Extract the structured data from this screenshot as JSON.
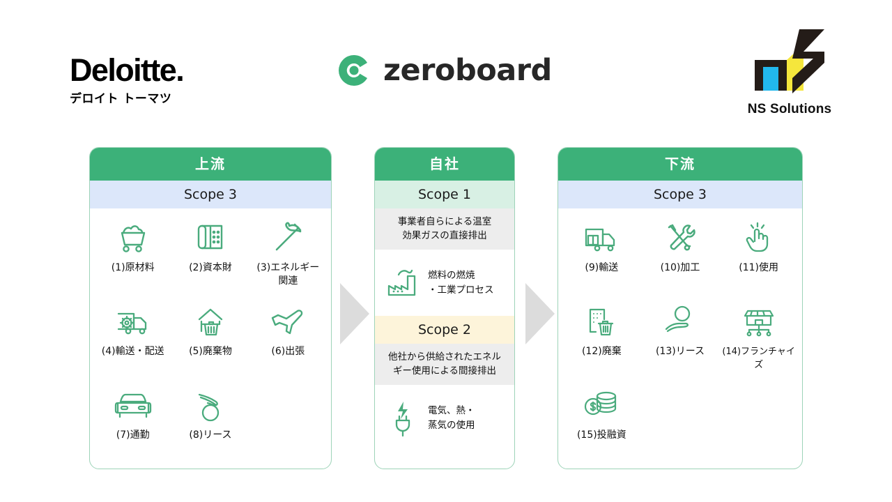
{
  "logos": {
    "deloitte": {
      "word": "Deloitte.",
      "sub": "デロイト トーマツ"
    },
    "zeroboard": {
      "word": "zeroboard",
      "mark_icon": "zeroboard-c-mark",
      "accent": "#3cb179"
    },
    "ns_solutions": {
      "word": "NS Solutions",
      "mark_icon": "ns-monogram",
      "dark": "#241c18",
      "cyan": "#22b8ed",
      "yellow": "#f5e63c"
    }
  },
  "flow": {
    "arrow_icon": "right-triangle-arrow",
    "arrow_color": "#dcdcdc"
  },
  "columns": {
    "upstream": {
      "header": "上流",
      "scope": "Scope 3",
      "items": [
        {
          "caption": "(1)原材料",
          "icon": "mining-cart-icon"
        },
        {
          "caption": "(2)資本財",
          "icon": "building-blueprint-icon"
        },
        {
          "caption": "(3)エネルギー\n関連",
          "icon": "pickaxe-icon"
        },
        {
          "caption": "(4)輸送・配送",
          "icon": "truck-gear-icon"
        },
        {
          "caption": "(5)廃棄物",
          "icon": "house-trash-icon"
        },
        {
          "caption": "(6)出張",
          "icon": "airplane-icon"
        },
        {
          "caption": "(7)通勤",
          "icon": "car-front-icon"
        },
        {
          "caption": "(8)リース",
          "icon": "hand-circle-lease-icon"
        }
      ]
    },
    "own": {
      "header": "自社",
      "scope1": {
        "label": "Scope 1",
        "description": "事業者自らによる温室\n効果ガスの直接排出",
        "row": {
          "text": "燃料の燃焼\n・工業プロセス",
          "icon": "factory-smoke-icon"
        }
      },
      "scope2": {
        "label": "Scope 2",
        "description": "他社から供給されたエネル\nギー使用による間接排出",
        "row": {
          "text": "電気、熱・\n蒸気の使用",
          "icon": "power-plug-bolt-icon"
        }
      }
    },
    "downstream": {
      "header": "下流",
      "scope": "Scope 3",
      "items": [
        {
          "caption": "(9)輸送",
          "icon": "delivery-truck-icon"
        },
        {
          "caption": "(10)加工",
          "icon": "tools-cross-icon"
        },
        {
          "caption": "(11)使用",
          "icon": "pointing-hand-icon"
        },
        {
          "caption": "(12)廃棄",
          "icon": "building-trash-icon"
        },
        {
          "caption": "(13)リース",
          "icon": "hand-circle-lease-icon"
        },
        {
          "caption": "(14)フランチャイズ",
          "icon": "storefront-network-icon"
        },
        {
          "caption": "(15)投融資",
          "icon": "coins-dollar-icon"
        }
      ]
    }
  },
  "colors": {
    "header_green": "#3cb179",
    "scope3_blue": "#dce7fa",
    "scope1_mint": "#d8f0e4",
    "scope2_cream": "#fdf4da",
    "desc_gray": "#ededed",
    "icon_green": "#4aab7d",
    "card_border": "#9dd3b8"
  }
}
